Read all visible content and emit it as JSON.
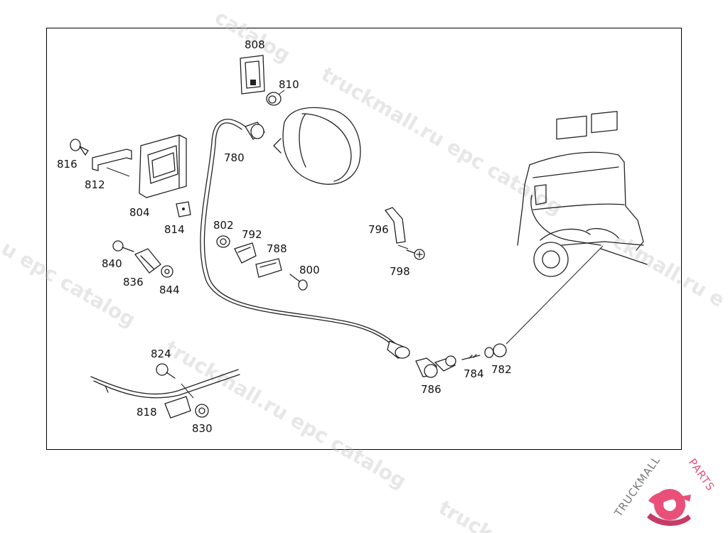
{
  "watermark": {
    "text": "truckmall.ru epc catalog",
    "fragment_top": "catalog",
    "fragment_left": "u epc catalog",
    "fragment_right": "ckmall.ru e",
    "fragment_bottom": "truckm"
  },
  "callouts": [
    "808",
    "810",
    "780",
    "816",
    "812",
    "804",
    "814",
    "802",
    "792",
    "788",
    "800",
    "840",
    "836",
    "844",
    "796",
    "798",
    "824",
    "818",
    "830",
    "786",
    "784",
    "782"
  ],
  "logo": {
    "text_a": "TRUCKMALL",
    "text_b": "PARTS",
    "color_a": "#777777",
    "color_b": "#e8507a"
  }
}
